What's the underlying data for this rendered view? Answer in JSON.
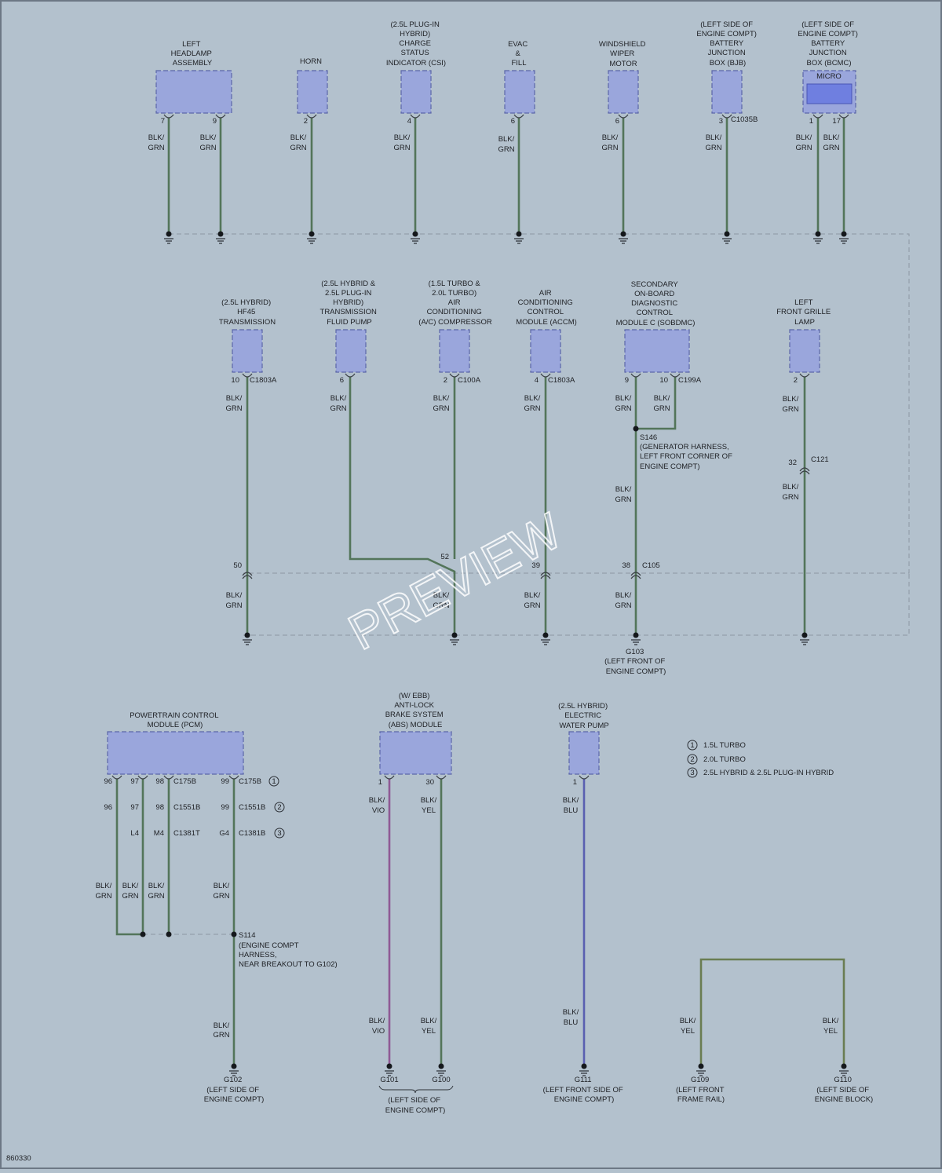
{
  "doc_id": "860330",
  "watermark": "PREVIEW",
  "components": {
    "headlamp": [
      "LEFT",
      "HEADLAMP",
      "ASSEMBLY"
    ],
    "horn": [
      "HORN"
    ],
    "csi": [
      "(2.5L PLUG-IN",
      "HYBRID)",
      "CHARGE",
      "STATUS",
      "INDICATOR (CSI)"
    ],
    "evac": [
      "EVAC",
      "&",
      "FILL"
    ],
    "wiper": [
      "WINDSHIELD",
      "WIPER",
      "MOTOR"
    ],
    "bjb": [
      "(LEFT SIDE OF",
      "ENGINE COMPT)",
      "BATTERY",
      "JUNCTION",
      "BOX (BJB)"
    ],
    "bcmc": [
      "(LEFT SIDE OF",
      "ENGINE COMPT)",
      "BATTERY",
      "JUNCTION",
      "BOX (BCMC)"
    ],
    "micro": "MICRO",
    "hf45": [
      "(2.5L HYBRID)",
      "HF45",
      "TRANSMISSION"
    ],
    "fluidpump": [
      "(2.5L HYBRID &",
      "2.5L PLUG-IN",
      "HYBRID)",
      "TRANSMISSION",
      "FLUID PUMP"
    ],
    "compressor": [
      "(1.5L TURBO &",
      "2.0L TURBO)",
      "AIR",
      "CONDITIONING",
      "(A/C) COMPRESSOR"
    ],
    "accm": [
      "AIR",
      "CONDITIONING",
      "CONTROL",
      "MODULE (ACCM)"
    ],
    "sobdmc": [
      "SECONDARY",
      "ON-BOARD",
      "DIAGNOSTIC",
      "CONTROL",
      "MODULE C (SOBDMC)"
    ],
    "grille": [
      "LEFT",
      "FRONT GRILLE",
      "LAMP"
    ],
    "pcm": [
      "POWERTRAIN CONTROL",
      "MODULE (PCM)"
    ],
    "abs": [
      "(W/ EBB)",
      "ANTI-LOCK",
      "BRAKE SYSTEM",
      "(ABS) MODULE"
    ],
    "waterpump": [
      "(2.5L HYBRID)",
      "ELECTRIC",
      "WATER PUMP"
    ]
  },
  "pins": {
    "hl7": "7",
    "hl9": "9",
    "horn": "2",
    "csi": "4",
    "evac": "6",
    "wiper": "6",
    "bjb": "3",
    "bjb_conn": "C1035B",
    "bcmc1": "1",
    "bcmc17": "17",
    "hf45": "10",
    "hf45_conn": "C1803A",
    "fp": "6",
    "comp": "2",
    "comp_conn": "C100A",
    "accm": "4",
    "accm_conn": "C1803A",
    "sob9": "9",
    "sob10": "10",
    "sob_conn": "C199A",
    "grille": "2",
    "c121": "32",
    "c121_conn": "C121",
    "c105_50": "50",
    "c105_52": "52",
    "c105_39": "39",
    "c105_38": "38",
    "c105_conn": "C105",
    "abs1": "1",
    "abs30": "30",
    "wp1": "1"
  },
  "wire_colors": {
    "blk_grn": [
      "BLK/",
      "GRN"
    ],
    "blk_vio": [
      "BLK/",
      "VIO"
    ],
    "blk_yel": [
      "BLK/",
      "YEL"
    ],
    "blk_blu": [
      "BLK/",
      "BLU"
    ]
  },
  "splices": {
    "s146": [
      "S146",
      "(GENERATOR HARNESS,",
      "LEFT FRONT CORNER OF",
      "ENGINE COMPT)"
    ],
    "s114": [
      "S114",
      "(ENGINE COMPT",
      "HARNESS,",
      "NEAR BREAKOUT TO G102)"
    ]
  },
  "grounds": {
    "g103": [
      "G103",
      "(LEFT FRONT OF",
      "ENGINE COMPT)"
    ],
    "g102": [
      "G102",
      "(LEFT SIDE OF",
      "ENGINE COMPT)"
    ],
    "g101": "G101",
    "g100": "G100",
    "g100_101_loc": [
      "(LEFT SIDE OF",
      "ENGINE COMPT)"
    ],
    "g111": [
      "G111",
      "(LEFT FRONT SIDE OF",
      "ENGINE COMPT)"
    ],
    "g109": [
      "G109",
      "(LEFT FRONT",
      "FRAME RAIL)"
    ],
    "g110": [
      "G110",
      "(LEFT SIDE OF",
      "ENGINE BLOCK)"
    ]
  },
  "pcm_rows": [
    {
      "p1": "96",
      "p2": "97",
      "p3": "98",
      "c1": "C175B",
      "p4": "99",
      "c2": "C175B",
      "note": "1"
    },
    {
      "p1": "96",
      "p2": "97",
      "p3": "98",
      "c1": "C1551B",
      "p4": "99",
      "c2": "C1551B",
      "note": "2"
    },
    {
      "p1": "",
      "p2": "L4",
      "p3": "M4",
      "c1": "C1381T",
      "p4": "G4",
      "c2": "C1381B",
      "note": "3"
    }
  ],
  "legend": [
    {
      "num": "1",
      "text": "1.5L TURBO"
    },
    {
      "num": "2",
      "text": "2.0L TURBO"
    },
    {
      "num": "3",
      "text": "2.5L HYBRID & 2.5L PLUG-IN HYBRID"
    }
  ]
}
